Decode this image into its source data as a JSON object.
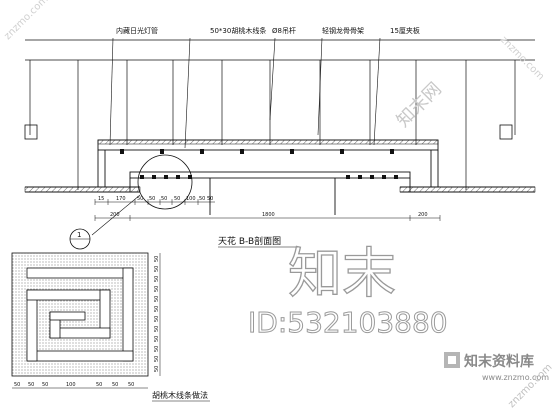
{
  "callouts": [
    {
      "text": "内藏日光灯管"
    },
    {
      "text": "50*30胡桃木线条"
    },
    {
      "text": "Ø8吊杆"
    },
    {
      "text": "轻钢龙骨骨架"
    },
    {
      "text": "15厘夹板"
    }
  ],
  "section_title": "天花 B-B剖面图",
  "detail_marker": "1",
  "detail_title": "胡桃木线条做法",
  "dims_top": [
    "15",
    "170",
    "50",
    "50",
    "50",
    "50",
    "100",
    "50",
    "50"
  ],
  "dims_bottom": [
    "200",
    "1800",
    "200"
  ],
  "detail_dims_side": [
    "50",
    "50",
    "50",
    "50",
    "50",
    "50",
    "50",
    "50",
    "50",
    "50",
    "50",
    "50"
  ],
  "detail_dims_bottom": [
    "50",
    "50",
    "50",
    "100",
    "50",
    "50",
    "50"
  ],
  "watermark": {
    "brand_big": "知末",
    "id_text": "ID:532103880",
    "site_name": "知末资料库",
    "site_url": "www.znzmo.com",
    "badge": "知末网",
    "corner_url": "znzmo.com"
  },
  "colors": {
    "line": "#111111",
    "hatch": "#444444",
    "watermark": "#9a9a9a"
  }
}
